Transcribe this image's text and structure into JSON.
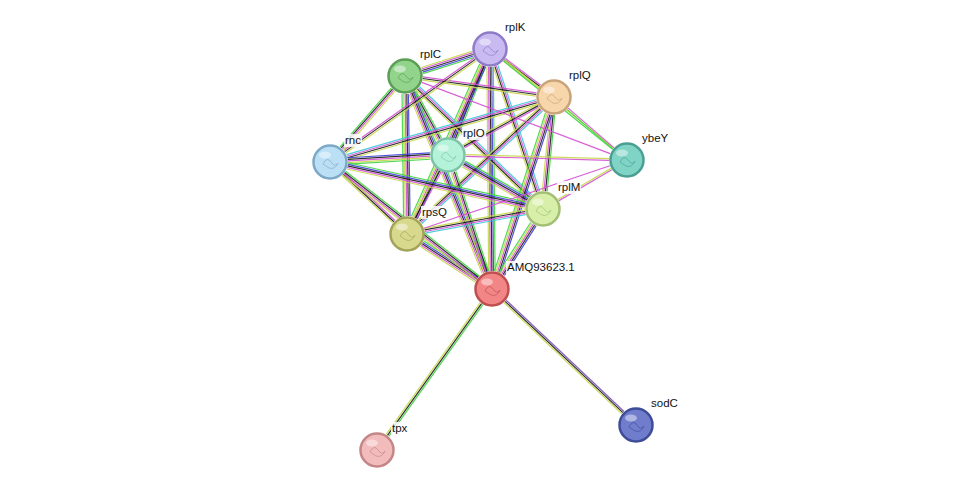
{
  "diagram": {
    "nodes": [
      {
        "text": [
          "rplK"
        ]
      },
      {
        "text": [
          "rplC"
        ]
      },
      {
        "text": [
          "rplQ"
        ]
      },
      {
        "text": [
          "rplO"
        ]
      },
      {
        "text": [
          "rnc"
        ]
      },
      {
        "text": [
          "ybeY"
        ]
      },
      {
        "text": [
          "rplM"
        ]
      },
      {
        "text": [
          "rpsQ"
        ]
      },
      {
        "text": [
          "AMQ93623.1"
        ]
      },
      {
        "text": [
          "sodC"
        ]
      },
      {
        "text": [
          "tpx"
        ]
      }
    ],
    "edges": [
      {
        "from": 0,
        "to": 1,
        "arrow": "none"
      },
      {
        "from": 0,
        "to": 2,
        "arrow": "none"
      },
      {
        "from": 0,
        "to": 3,
        "arrow": "none"
      },
      {
        "from": 0,
        "to": 6,
        "arrow": "none"
      },
      {
        "from": 0,
        "to": 7,
        "arrow": "none"
      },
      {
        "from": 0,
        "to": 8,
        "arrow": "none"
      },
      {
        "from": 1,
        "to": 2,
        "arrow": "none"
      },
      {
        "from": 1,
        "to": 3,
        "arrow": "none"
      },
      {
        "from": 1,
        "to": 6,
        "arrow": "none"
      },
      {
        "from": 1,
        "to": 7,
        "arrow": "none"
      },
      {
        "from": 1,
        "to": 8,
        "arrow": "none"
      },
      {
        "from": 2,
        "to": 3,
        "arrow": "none"
      },
      {
        "from": 2,
        "to": 6,
        "arrow": "none"
      },
      {
        "from": 2,
        "to": 7,
        "arrow": "none"
      },
      {
        "from": 2,
        "to": 8,
        "arrow": "none"
      },
      {
        "from": 3,
        "to": 6,
        "arrow": "none"
      },
      {
        "from": 3,
        "to": 7,
        "arrow": "none"
      },
      {
        "from": 3,
        "to": 8,
        "arrow": "none"
      },
      {
        "from": 6,
        "to": 7,
        "arrow": "none"
      },
      {
        "from": 6,
        "to": 8,
        "arrow": "none"
      },
      {
        "from": 7,
        "to": 8,
        "arrow": "none"
      },
      {
        "from": 4,
        "to": 0,
        "arrow": "none"
      },
      {
        "from": 4,
        "to": 1,
        "arrow": "none"
      },
      {
        "from": 4,
        "to": 2,
        "arrow": "none"
      },
      {
        "from": 4,
        "to": 3,
        "arrow": "none"
      },
      {
        "from": 4,
        "to": 6,
        "arrow": "none"
      },
      {
        "from": 4,
        "to": 7,
        "arrow": "none"
      },
      {
        "from": 4,
        "to": 8,
        "arrow": "none"
      },
      {
        "from": 5,
        "to": 0,
        "arrow": "none"
      },
      {
        "from": 5,
        "to": 1,
        "arrow": "none"
      },
      {
        "from": 5,
        "to": 2,
        "arrow": "none"
      },
      {
        "from": 5,
        "to": 3,
        "arrow": "none"
      },
      {
        "from": 5,
        "to": 6,
        "arrow": "none"
      },
      {
        "from": 5,
        "to": 7,
        "arrow": "none"
      },
      {
        "from": 8,
        "to": 9,
        "arrow": "none"
      },
      {
        "from": 8,
        "to": 10,
        "arrow": "none"
      }
    ]
  }
}
